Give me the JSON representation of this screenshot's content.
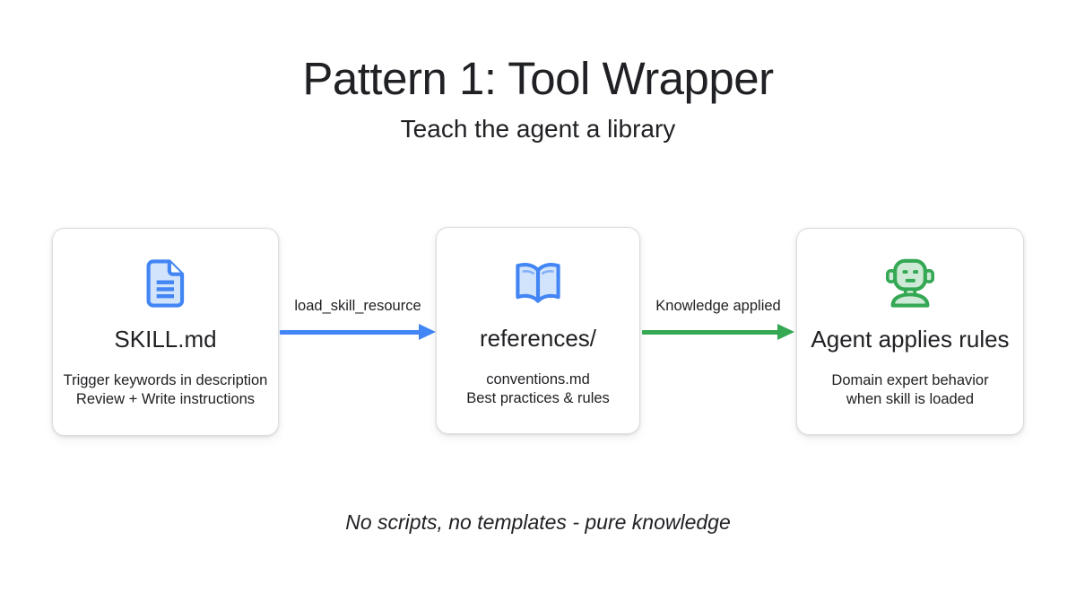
{
  "header": {
    "title": "Pattern 1: Tool Wrapper",
    "subtitle": "Teach the agent a library"
  },
  "cards": [
    {
      "icon": "document-icon",
      "title": "SKILL.md",
      "description_line1": "Trigger keywords in description",
      "description_line2": "Review + Write instructions"
    },
    {
      "icon": "open-book-icon",
      "title": "references/",
      "description_line1": "conventions.md",
      "description_line2": "Best practices & rules"
    },
    {
      "icon": "robot-icon",
      "title": "Agent applies rules",
      "description_line1": "Domain expert behavior",
      "description_line2": "when skill is loaded"
    }
  ],
  "arrows": [
    {
      "label": "load_skill_resource",
      "color": "#4285f4"
    },
    {
      "label": "Knowledge applied",
      "color": "#34a853"
    }
  ],
  "footer": {
    "note": "No scripts, no templates - pure knowledge"
  },
  "colors": {
    "blue": "#4285f4",
    "blue_fill": "#d2e3fc",
    "green": "#34a853",
    "green_fill": "#ceead6",
    "text": "#202124",
    "card_border": "#dadce0",
    "background": "#ffffff"
  }
}
